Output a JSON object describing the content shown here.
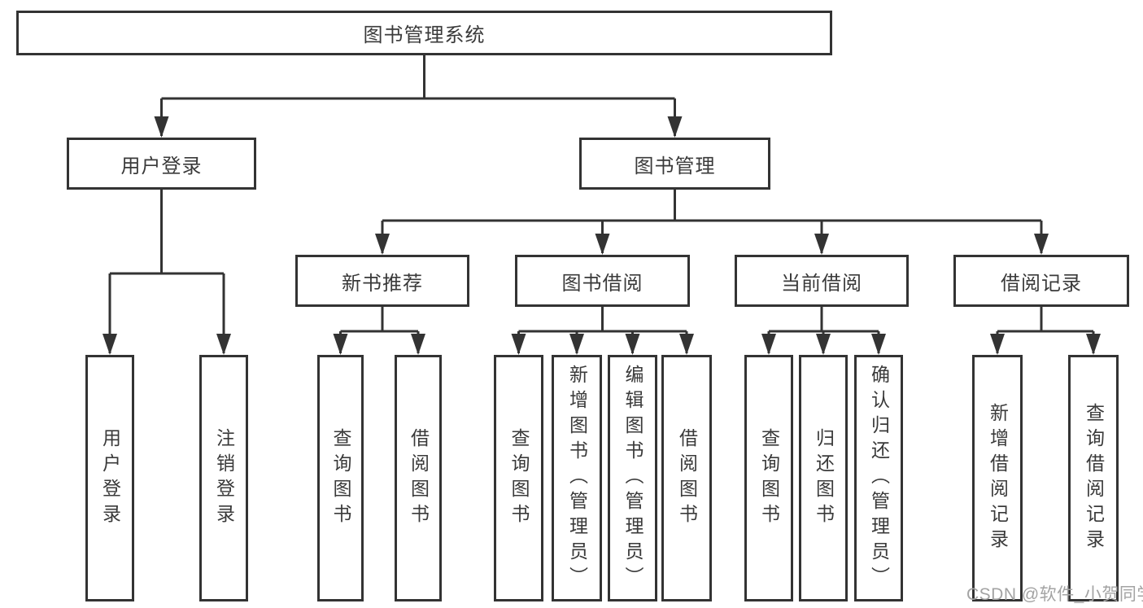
{
  "tree": {
    "root": "图书管理系统",
    "user_login": {
      "label": "用户登录",
      "children": {
        "login": "用户登录",
        "logout": "注销登录"
      }
    },
    "book_mgmt": {
      "label": "图书管理",
      "new_book_rec": {
        "label": "新书推荐",
        "children": {
          "query": "查询图书",
          "borrow": "借阅图书"
        }
      },
      "book_borrow": {
        "label": "图书借阅",
        "children": {
          "query": "查询图书",
          "add": "新增图书（管理员）",
          "edit": "编辑图书（管理员）",
          "borrow": "借阅图书"
        }
      },
      "current_borrow": {
        "label": "当前借阅",
        "children": {
          "query": "查询图书",
          "return": "归还图书",
          "confirm": "确认归还（管理员）"
        }
      },
      "borrow_records": {
        "label": "借阅记录",
        "children": {
          "add": "新增借阅记录",
          "query": "查询借阅记录"
        }
      }
    }
  },
  "watermark": "CSDN @软件_小贺同学",
  "colors": {
    "line": "#333333",
    "text": "#3a3a3a",
    "box_background": "#ffffff",
    "watermark": "#a3a3a3"
  }
}
